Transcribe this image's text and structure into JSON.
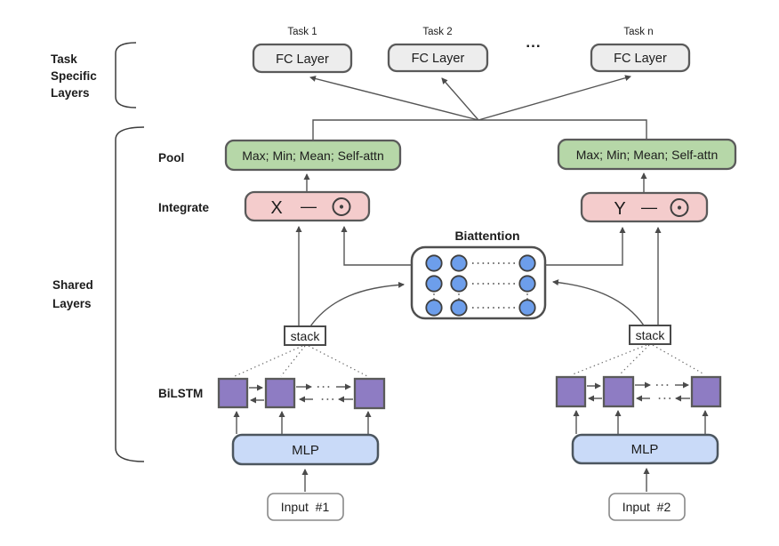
{
  "colors": {
    "fc_fill": "#ededed",
    "pool_fill": "#b6d7a8",
    "integrate_fill": "#f4cccc",
    "bilstm_fill": "#8e7cc3",
    "mlp_fill": "#c9daf8",
    "node_fill": "#6d9eeb",
    "line": "#555555"
  },
  "sections": {
    "task_specific": {
      "lines": [
        "Task",
        "Specific",
        "Layers"
      ]
    },
    "shared": {
      "lines": [
        "Shared",
        "Layers"
      ]
    }
  },
  "row_labels": {
    "pool": "Pool",
    "integrate": "Integrate",
    "bilstm": "BiLSTM"
  },
  "top": {
    "task1": "Task 1",
    "task2": "Task 2",
    "taskn": "Task n",
    "ellipsis": "...",
    "fc": "FC Layer"
  },
  "pool": {
    "label": "Max; Min; Mean; Self-attn"
  },
  "integrate": {
    "left": "X",
    "right": "Y",
    "minus": "—",
    "odot_icon": "circle-with-center-dot"
  },
  "biattention": {
    "title": "Biattention"
  },
  "stack_label": "stack",
  "mlp_label": "MLP",
  "inputs": {
    "left": "Input  #1",
    "right": "Input  #2"
  }
}
